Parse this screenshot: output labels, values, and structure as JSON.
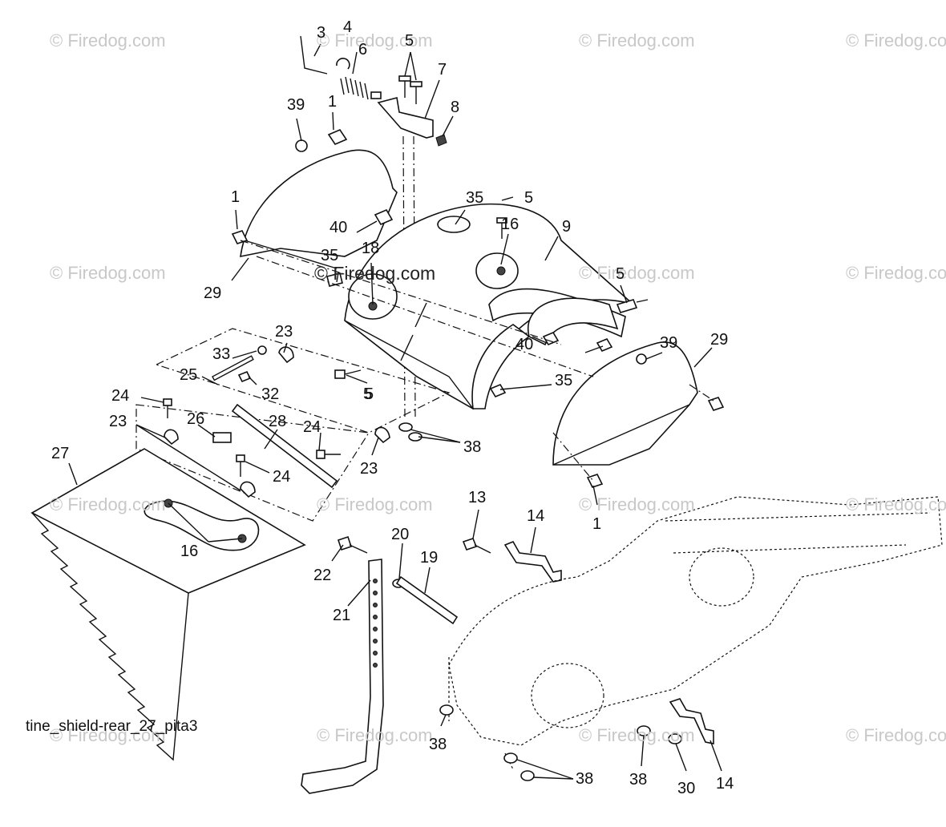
{
  "watermark_text": "© Firedog.com",
  "caption": "tine_shield-rear_27_pita3",
  "callouts": [
    "3",
    "4",
    "5",
    "6",
    "7",
    "8",
    "39",
    "1",
    "35",
    "5",
    "16",
    "9",
    "1",
    "40",
    "29",
    "35",
    "18",
    "5",
    "5",
    "23",
    "39",
    "29",
    "33",
    "25",
    "32",
    "24",
    "23",
    "26",
    "28",
    "40",
    "35",
    "5",
    "24",
    "24",
    "23",
    "38",
    "27",
    "1",
    "13",
    "14",
    "16",
    "20",
    "19",
    "22",
    "21",
    "38",
    "38",
    "30",
    "14",
    "38"
  ]
}
